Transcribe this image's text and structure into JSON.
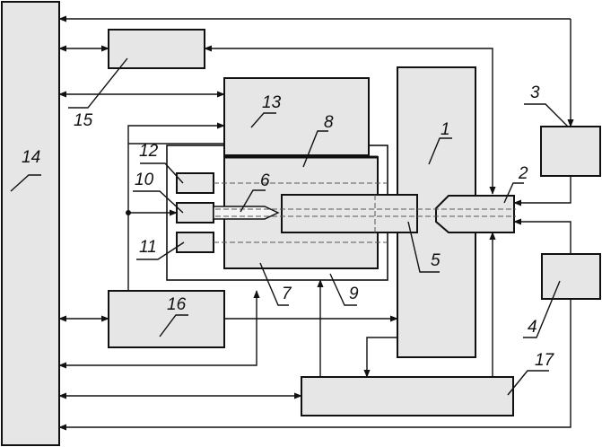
{
  "diagram": {
    "title": "",
    "numbers": {
      "n1": "1",
      "n2": "2",
      "n3": "3",
      "n4": "4",
      "n5": "5",
      "n6": "6",
      "n7": "7",
      "n8": "8",
      "n9": "9",
      "n10": "10",
      "n11": "11",
      "n12": "12",
      "n13": "13",
      "n14": "14",
      "n15": "15",
      "n16": "16",
      "n17": "17"
    },
    "colors": {
      "block_fill": "#e6e6e6",
      "line": "#111111"
    }
  }
}
